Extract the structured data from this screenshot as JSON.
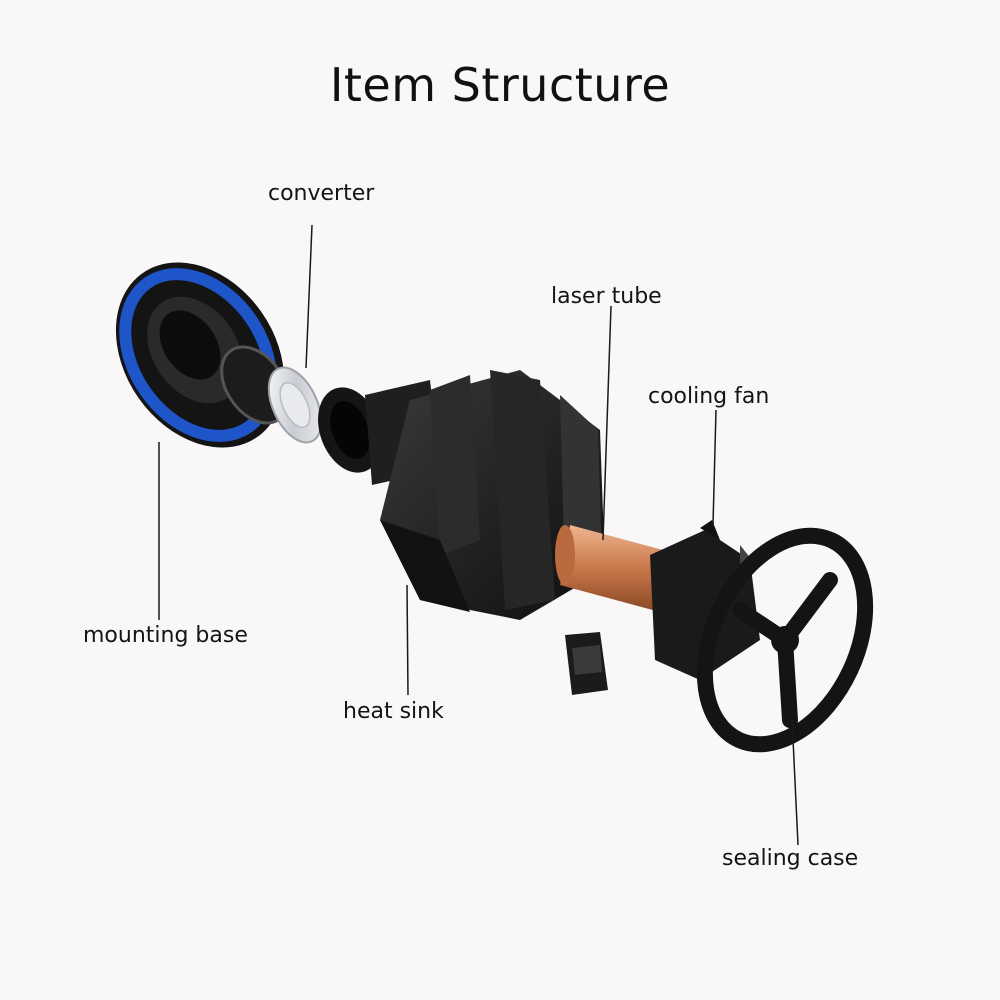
{
  "title": "Item Structure",
  "labels": {
    "converter": "converter",
    "laser_tube": "laser tube",
    "cooling_fan": "cooling fan",
    "mounting_base": "mounting base",
    "heat_sink": "heat sink",
    "sealing_case": "sealing case"
  },
  "colors": {
    "background": "#f9f7f8",
    "text": "#141414",
    "part_black": "#1b1b1b",
    "blue_ring": "#1e55c8",
    "copper": "#c9794a"
  }
}
